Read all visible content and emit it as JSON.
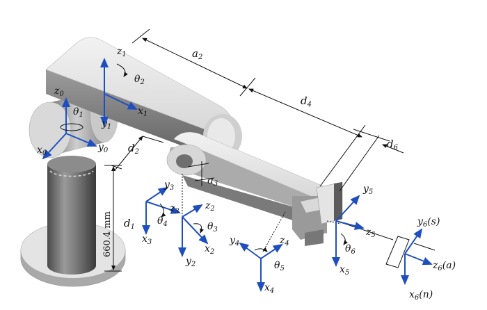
{
  "colors": {
    "axis": "#1f4fbf",
    "link_light": "#e6e6e6",
    "link_mid": "#b9b9b9",
    "link_dark": "#6e6e6e",
    "text": "#111111"
  },
  "dimensions": {
    "a2": {
      "main": "a",
      "sub": "2"
    },
    "d4": {
      "main": "d",
      "sub": "4"
    },
    "d6": {
      "main": "d",
      "sub": "6"
    },
    "d2": {
      "main": "d",
      "sub": "2"
    },
    "a3": {
      "main": "a",
      "sub": "3"
    },
    "d1": {
      "main": "d",
      "sub": "1"
    },
    "height": "660.4 mm"
  },
  "angles": {
    "theta1": {
      "main": "θ",
      "sub": "1"
    },
    "theta2": {
      "main": "θ",
      "sub": "2"
    },
    "theta3": {
      "main": "θ",
      "sub": "3"
    },
    "theta4": {
      "main": "θ",
      "sub": "4"
    },
    "theta5": {
      "main": "θ",
      "sub": "5"
    },
    "theta6": {
      "main": "θ",
      "sub": "6"
    }
  },
  "frames": {
    "f0": {
      "x": {
        "main": "x",
        "sub": "0"
      },
      "y": {
        "main": "y",
        "sub": "0"
      },
      "z": {
        "main": "z",
        "sub": "0"
      }
    },
    "f1": {
      "x": {
        "main": "x",
        "sub": "1"
      },
      "y": {
        "main": "y",
        "sub": "1"
      },
      "z": {
        "main": "z",
        "sub": "1"
      }
    },
    "f2": {
      "x": {
        "main": "x",
        "sub": "2"
      },
      "y": {
        "main": "y",
        "sub": "2"
      },
      "z": {
        "main": "z",
        "sub": "2"
      }
    },
    "f3": {
      "x": {
        "main": "x",
        "sub": "3"
      },
      "y": {
        "main": "y",
        "sub": "3"
      },
      "z": {
        "main": "z",
        "sub": "3"
      }
    },
    "f4": {
      "x": {
        "main": "x",
        "sub": "4"
      },
      "y": {
        "main": "y",
        "sub": "4"
      },
      "z": {
        "main": "z",
        "sub": "4"
      }
    },
    "f5": {
      "x": {
        "main": "x",
        "sub": "5"
      },
      "y": {
        "main": "y",
        "sub": "5"
      },
      "z": {
        "main": "z",
        "sub": "5"
      }
    },
    "f6": {
      "x": {
        "main": "x",
        "sub": "6",
        "suffix": "(n)"
      },
      "y": {
        "main": "y",
        "sub": "6",
        "suffix": "(s)"
      },
      "z": {
        "main": "z",
        "sub": "6",
        "suffix": "(a)"
      }
    }
  }
}
